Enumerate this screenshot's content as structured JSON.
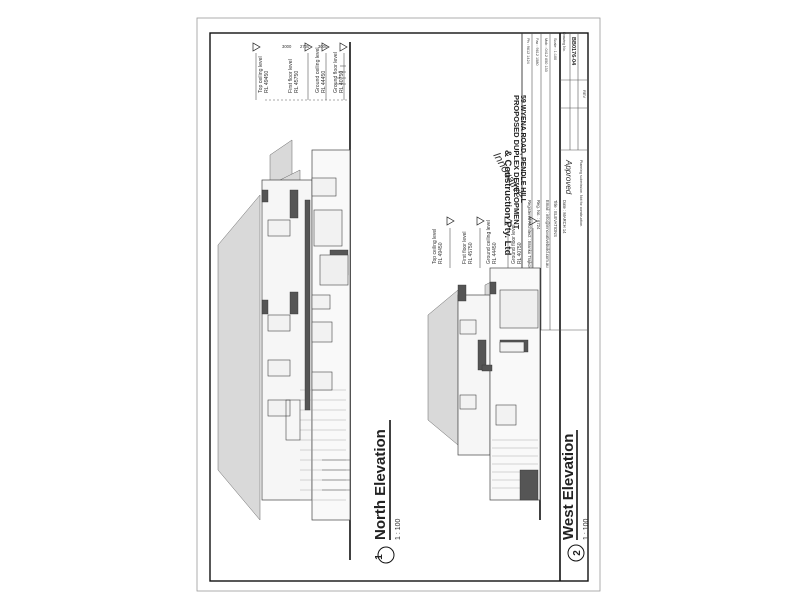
{
  "north_elevation": {
    "number": "1",
    "title": "North Elevation",
    "scale": "1 : 100"
  },
  "west_elevation": {
    "number": "2",
    "title": "West Elevation",
    "scale": "1 : 100"
  },
  "north_levels": [
    {
      "name": "Top ceiling level",
      "rl": "RL 49450"
    },
    {
      "name": "First floor level",
      "rl": "RL 45750"
    },
    {
      "name": "Ground ceiling level",
      "rl": "RL 44450"
    },
    {
      "name": "Ground floor level",
      "rl": "RL 40750"
    }
  ],
  "west_levels": [
    {
      "name": "Top ceiling level",
      "rl": "RL 49450"
    },
    {
      "name": "First floor level",
      "rl": "RL 45750"
    },
    {
      "name": "Ground ceiling level",
      "rl": "RL 44450"
    },
    {
      "name": "Ground floor level",
      "rl": "RL 40750"
    }
  ],
  "north_dims": [
    "3000",
    "2700",
    "3000"
  ],
  "title_block": {
    "company": "& Construction Pty. Ltd",
    "project": "PROPOSED DUPLEX DEVELOPMENT",
    "address": "59 WYENA ROAD, PENDLE HILL",
    "logo_text": "Innovative",
    "rows": [
      "Registered Architect : Branko Trajkovski",
      "Reg. No. : 6724",
      "Email : info@innovativebuild.com.au",
      "Title : ELEVATIONS",
      "Date : MARCH 14"
    ],
    "side_rows": [
      "Ph : 9612 1424",
      "Fax : 9612 1580",
      "Mob : 0412 650 133",
      "Scale : 1:100"
    ],
    "drawing_no_label": "Drawing No.",
    "drawing_no": "BB0176-04",
    "rev": "REV",
    "approval_note": "Planning submission. Not for construction.",
    "signature": "Approved"
  }
}
